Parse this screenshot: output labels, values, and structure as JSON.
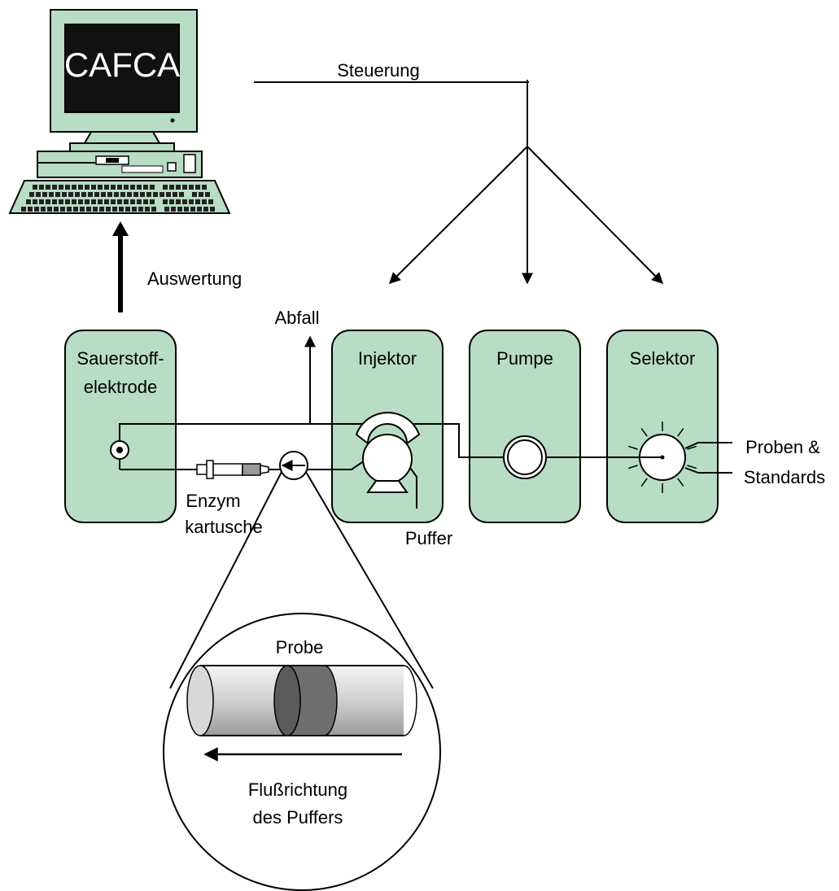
{
  "computer": {
    "screen_text": "CAFCA",
    "color": "#b8dcc4",
    "screen_color": "#111111"
  },
  "labels": {
    "steuerung": "Steuerung",
    "auswertung": "Auswertung",
    "abfall": "Abfall",
    "enzym_line1": "Enzym",
    "enzym_line2": "kartusche",
    "puffer": "Puffer",
    "proben_line1": "Proben &",
    "proben_line2": "Standards",
    "probe": "Probe",
    "fluss_line1": "Flußrichtung",
    "fluss_line2": "des Puffers"
  },
  "modules": [
    {
      "id": "electrode",
      "line1": "Sauerstoff-",
      "line2": "elektrode"
    },
    {
      "id": "injector",
      "line1": "Injektor",
      "line2": ""
    },
    {
      "id": "pump",
      "line1": "Pumpe",
      "line2": ""
    },
    {
      "id": "selector",
      "line1": "Selektor",
      "line2": ""
    }
  ],
  "colors": {
    "module_fill": "#b8dcc4",
    "line": "#000000",
    "tube_light": "#dcdcdc",
    "tube_dark": "#6e6e6e"
  }
}
